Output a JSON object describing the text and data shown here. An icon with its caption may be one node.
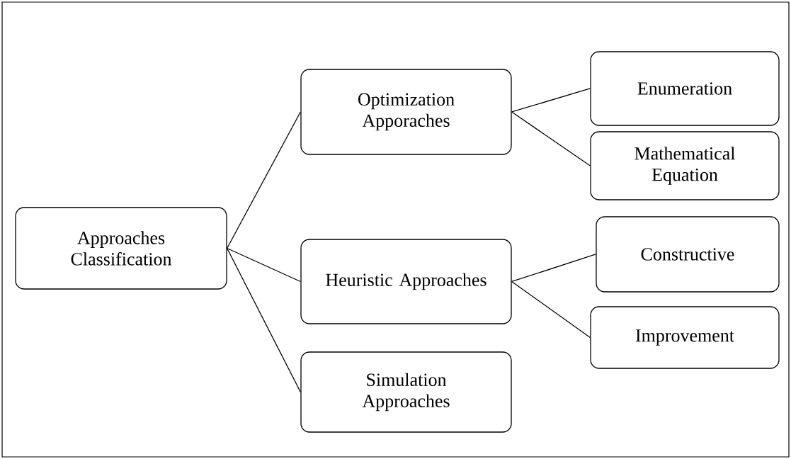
{
  "diagram": {
    "nodes": [
      {
        "text": [
          "Approaches Classification"
        ]
      },
      {
        "text": [
          "Optimization Apporaches"
        ]
      },
      {
        "text": [
          "Heuristic Approaches"
        ]
      },
      {
        "text": [
          "Simulation Approaches"
        ]
      },
      {
        "text": [
          "Enumeration"
        ]
      },
      {
        "text": [
          "Mathematical Equation"
        ]
      },
      {
        "text": [
          "Constructive"
        ]
      },
      {
        "text": [
          "Improvement"
        ]
      }
    ],
    "edges": [
      {
        "from": 0,
        "to": 1,
        "arrow": "none"
      },
      {
        "from": 0,
        "to": 2,
        "arrow": "none"
      },
      {
        "from": 0,
        "to": 3,
        "arrow": "none"
      },
      {
        "from": 1,
        "to": 4,
        "arrow": "none"
      },
      {
        "from": 1,
        "to": 5,
        "arrow": "none"
      },
      {
        "from": 2,
        "to": 6,
        "arrow": "none"
      },
      {
        "from": 2,
        "to": 7,
        "arrow": "none"
      }
    ]
  }
}
